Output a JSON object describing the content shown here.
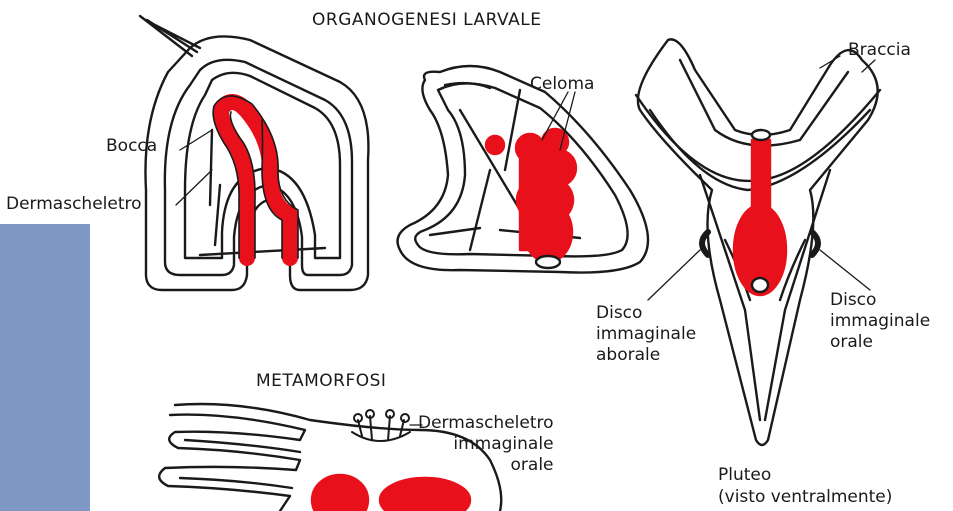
{
  "title": "ORGANOGENESI LARVALE",
  "section_metamorfosi": "METAMORFOSI",
  "labels": {
    "bocca": "Bocca",
    "dermascheletro": "Dermascheletro",
    "celoma": "Celoma",
    "braccia": "Braccia",
    "disco_aborale": [
      "Disco",
      "immaginale",
      "aborale"
    ],
    "disco_orale": [
      "Disco",
      "immaginale",
      "orale"
    ],
    "dermascheletro_orale": [
      "Dermascheletro",
      "immaginale",
      "orale"
    ],
    "pluteo": [
      "Pluteo",
      "(visto ventralmente)"
    ]
  },
  "colors": {
    "tissue_red": "#e8111b",
    "outline": "#1a1a1a",
    "panel_blue": "#7e97c4"
  }
}
